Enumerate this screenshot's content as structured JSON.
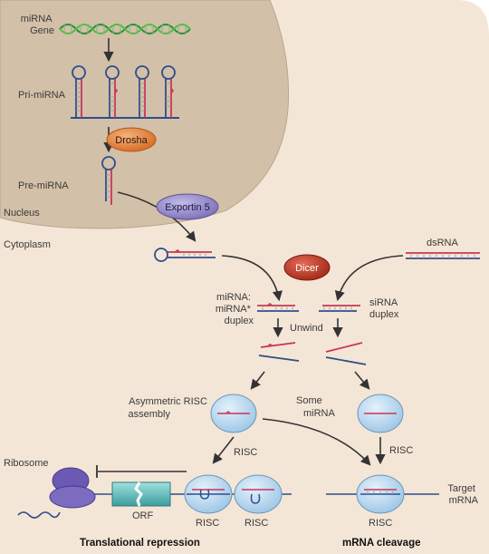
{
  "labels": {
    "mirna_gene": "miRNA\nGene",
    "pri_mirna": "Pri-miRNA",
    "drosha": "Drosha",
    "pre_mirna": "Pre-miRNA",
    "nucleus": "Nucleus",
    "exportin": "Exportin 5",
    "cytoplasm": "Cytoplasm",
    "dsrna": "dsRNA",
    "dicer": "Dicer",
    "mirna_duplex": "miRNA:\nmiRNA*\nduplex",
    "sirna_duplex": "siRNA\nduplex",
    "unwind": "Unwind",
    "asym_risc": "Asymmetric RISC\nassembly",
    "some_mirna": "Some\nmiRNA",
    "risc_left": "RISC",
    "risc_right": "RISC",
    "ribosome": "Ribosome",
    "orf": "ORF",
    "risc_bottom_1": "RISC",
    "risc_bottom_2": "RISC",
    "risc_bottom_3": "RISC",
    "target_mrna": "Target\nmRNA",
    "translational_repression": "Translational repression",
    "mrna_cleavage": "mRNA cleavage"
  },
  "colors": {
    "background": "#ffffff",
    "cytoplasm": "#f4e6d6",
    "nucleus": "#d3c0a8",
    "enzyme_orange": "#e0803a",
    "enzyme_red": "#b8341f",
    "exportin_purple": "#8e83c4",
    "risc_blue": "#b7d7ee",
    "ribosome_purple": "#6a5ab3",
    "orf_teal": "#5fb8b8",
    "strand_blue": "#2f4d8c",
    "strand_red": "#c9345a"
  }
}
